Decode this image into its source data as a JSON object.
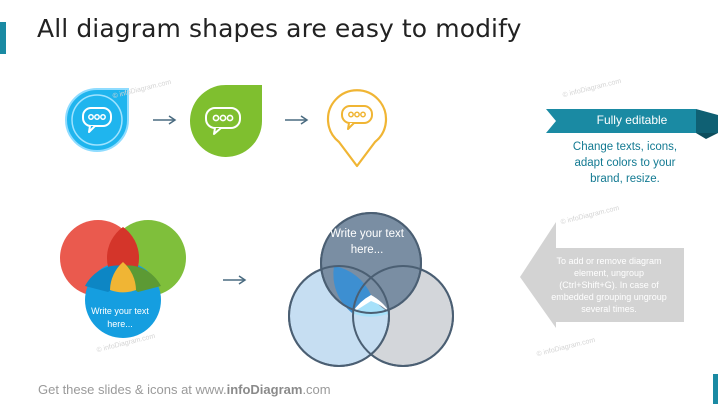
{
  "title": "All diagram shapes are easy to modify",
  "banner": {
    "label": "Fully editable",
    "description": "Change texts, icons, adapt colors to your brand, resize."
  },
  "callout": {
    "text": "To add or remove diagram element, ungroup (Ctrl+Shift+G). In case of embedded grouping ungroup several times."
  },
  "venn_small": {
    "label": "Write your text here..."
  },
  "venn_big": {
    "label": "Write your text here..."
  },
  "footer": {
    "prefix": "Get these slides & icons at www.",
    "brand": "infoDiagram",
    "suffix": ".com"
  },
  "watermark": "© infoDiagram.com",
  "colors": {
    "accent": "#1a8aa3",
    "blue_icon": "#1fb5ee",
    "green_icon": "#7fbf2f",
    "yellow_icon": "#f0b534",
    "venn_red": "#ea5a4e",
    "venn_green": "#7fbf3b",
    "venn_blue": "#159ee0",
    "venn_big_grey": "#7a8ea3",
    "venn_big_light": "#c6def2",
    "grey_arrow": "#d3d3d3"
  },
  "icons": [
    "speech-bubble-icon",
    "speech-bubble-icon",
    "speech-bubble-icon"
  ]
}
